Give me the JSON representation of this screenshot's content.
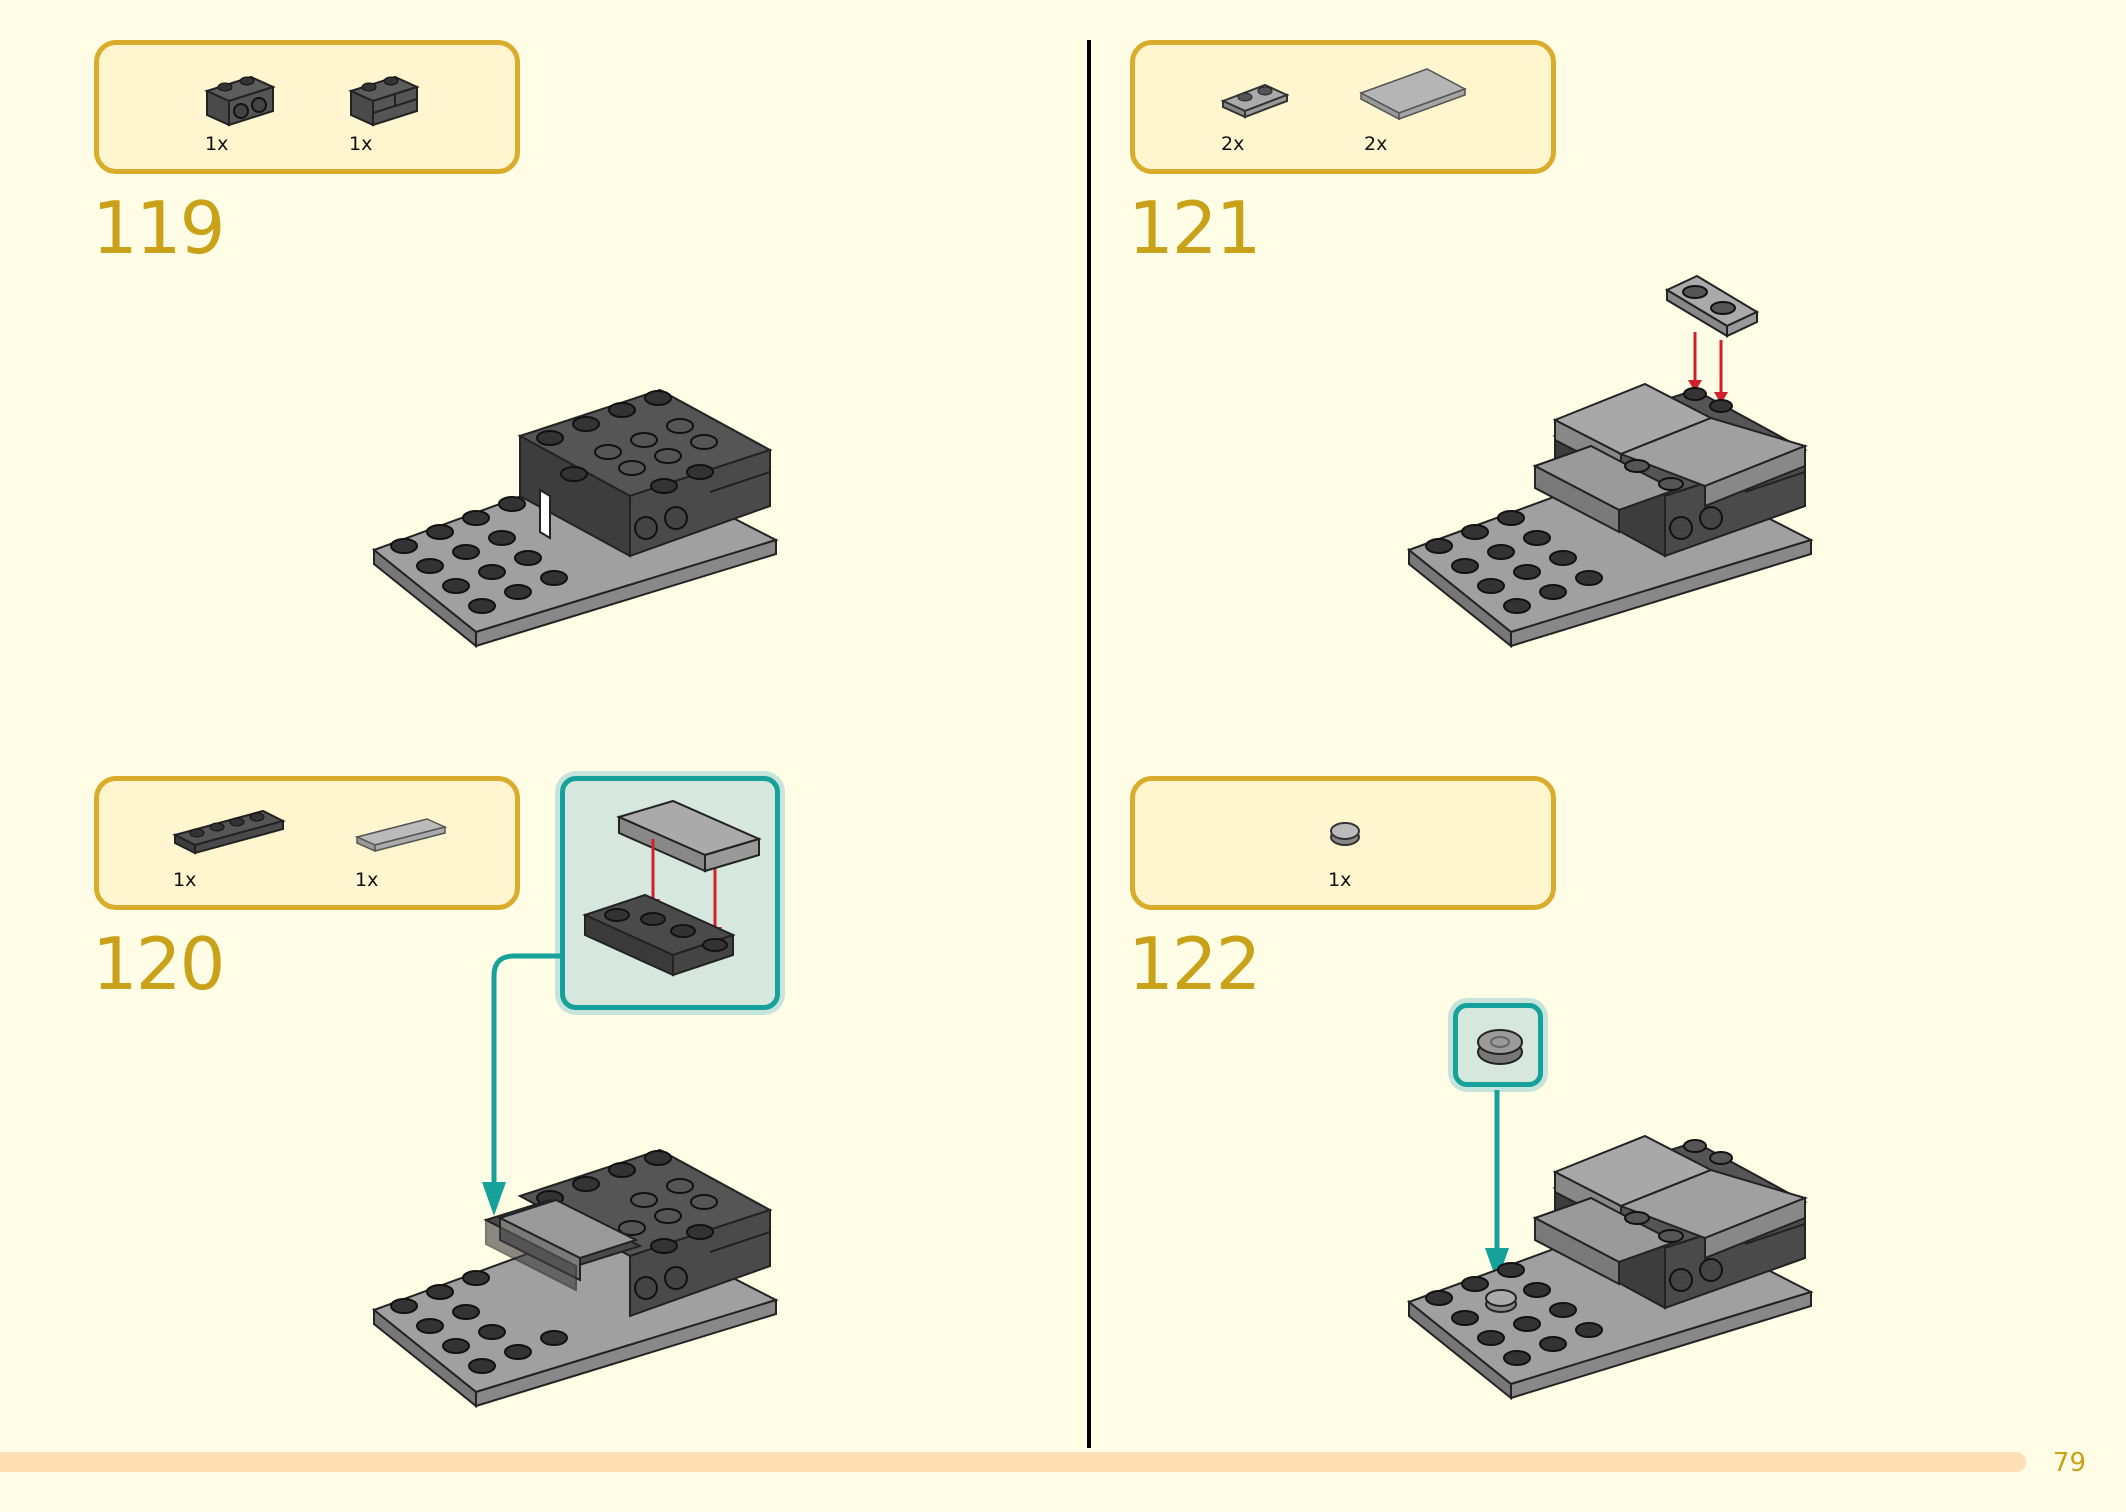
{
  "page_number": "79",
  "steps": [
    {
      "number": "119",
      "parts": [
        {
          "qty": "1x",
          "icon": "dark-gray-1x2-technic-brick-icon"
        },
        {
          "qty": "1x",
          "icon": "dark-gray-1x2-masonry-brick-icon"
        }
      ]
    },
    {
      "number": "120",
      "parts": [
        {
          "qty": "1x",
          "icon": "dark-gray-1x4-plate-icon"
        },
        {
          "qty": "1x",
          "icon": "light-gray-1x4-tile-icon"
        }
      ]
    },
    {
      "number": "121",
      "parts": [
        {
          "qty": "2x",
          "icon": "light-gray-1x2-plate-icon"
        },
        {
          "qty": "2x",
          "icon": "light-gray-4x6-tile-icon"
        }
      ]
    },
    {
      "number": "122",
      "parts": [
        {
          "qty": "1x",
          "icon": "round-tile-icon"
        }
      ]
    }
  ],
  "colors": {
    "accent_gold": "#c9a21a",
    "callout_teal": "#16a19a",
    "arrow_red": "#d11f2b",
    "background": "#fffde6"
  }
}
